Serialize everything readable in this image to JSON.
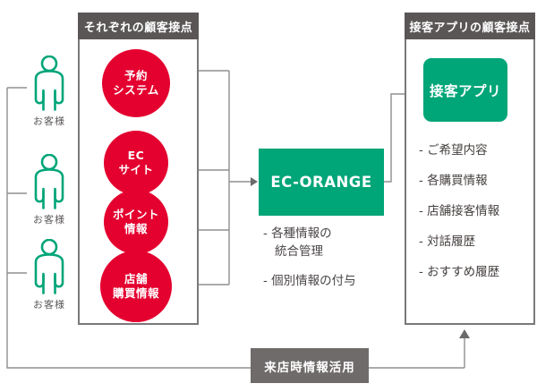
{
  "colors": {
    "red": "#e4002f",
    "green": "#00a578",
    "header_gray": "#5a5656",
    "bottom_box_gray": "#6f6b6b",
    "line_gray": "#8f8f8f"
  },
  "customers": [
    {
      "label": "お客様"
    },
    {
      "label": "お客様"
    },
    {
      "label": "お客様"
    }
  ],
  "left_panel": {
    "title": "それぞれの顧客接点",
    "circles": [
      {
        "line1": "予約",
        "line2": "システム"
      },
      {
        "line1": "EC",
        "line2": "サイト"
      },
      {
        "line1": "ポイント",
        "line2": "情報"
      },
      {
        "line1": "店舗",
        "line2": "購買情報"
      }
    ]
  },
  "center": {
    "title": "EC-ORANGE",
    "bullets": [
      {
        "line1": "- 各種情報の",
        "line2": "統合管理"
      },
      {
        "line1": "- 個別情報の付与",
        "line2": ""
      }
    ]
  },
  "right_panel": {
    "title": "接客アプリの顧客接点",
    "app_label": "接客アプリ",
    "items": [
      "- ご希望内容",
      "- 各購買情報",
      "- 店舗接客情報",
      "- 対話履歴",
      "- おすすめ履歴"
    ]
  },
  "bottom": {
    "label": "来店時情報活用"
  }
}
